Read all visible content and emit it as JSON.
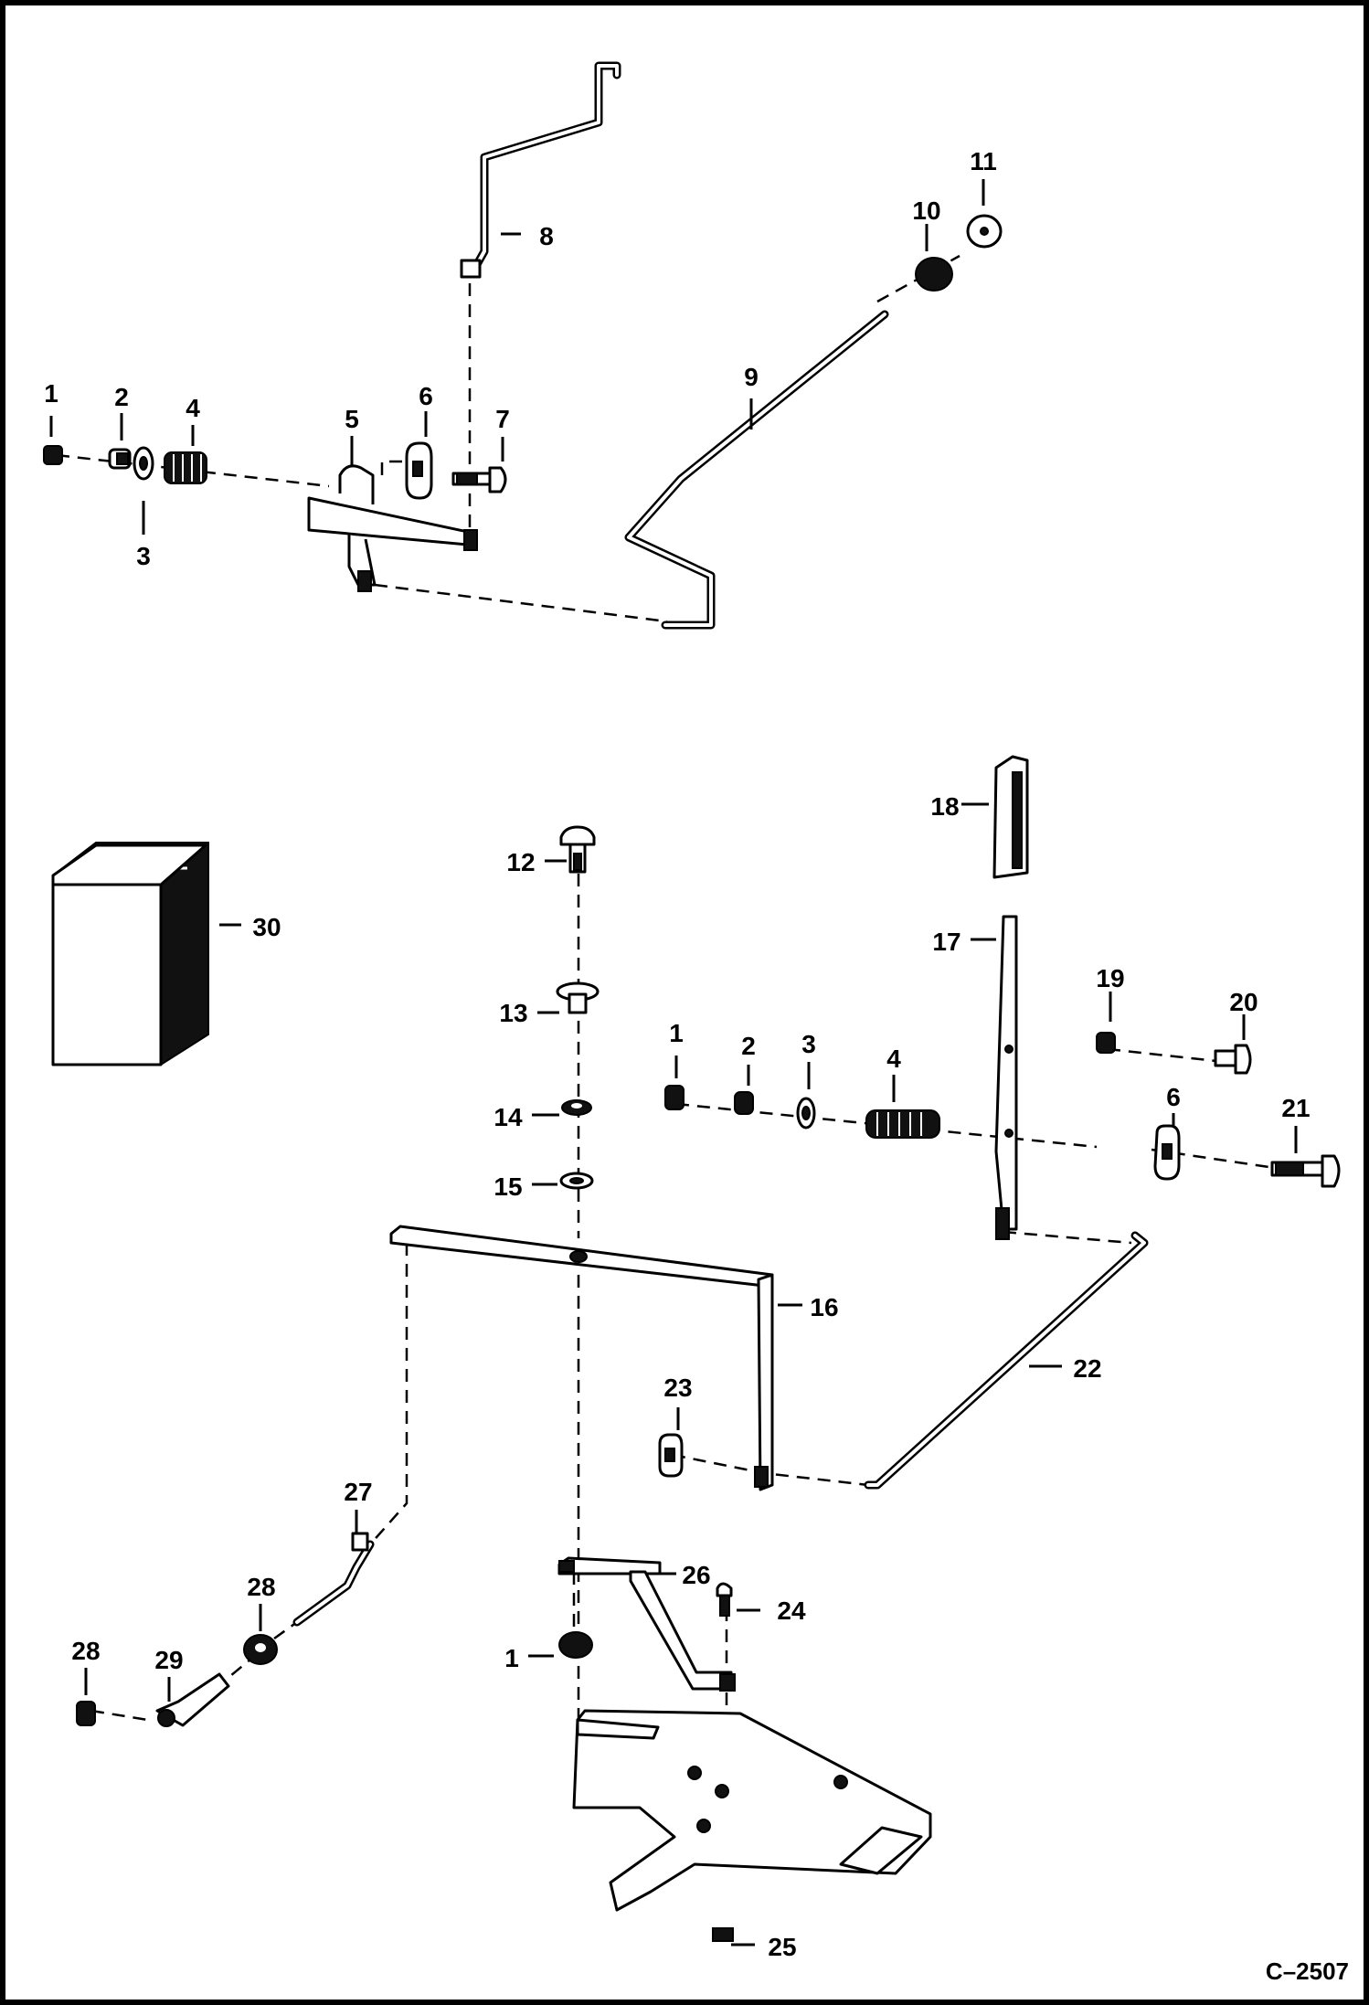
{
  "drawing_number": "C–2507",
  "callouts": [
    {
      "id": "c-1a",
      "text": "1"
    },
    {
      "id": "c-2a",
      "text": "2"
    },
    {
      "id": "c-3a",
      "text": "3"
    },
    {
      "id": "c-4a",
      "text": "4"
    },
    {
      "id": "c-5",
      "text": "5"
    },
    {
      "id": "c-6a",
      "text": "6"
    },
    {
      "id": "c-7",
      "text": "7"
    },
    {
      "id": "c-8",
      "text": "8"
    },
    {
      "id": "c-9",
      "text": "9"
    },
    {
      "id": "c-10",
      "text": "10"
    },
    {
      "id": "c-11",
      "text": "11"
    },
    {
      "id": "c-12",
      "text": "12"
    },
    {
      "id": "c-13",
      "text": "13"
    },
    {
      "id": "c-14",
      "text": "14"
    },
    {
      "id": "c-15",
      "text": "15"
    },
    {
      "id": "c-16",
      "text": "16"
    },
    {
      "id": "c-17",
      "text": "17"
    },
    {
      "id": "c-18",
      "text": "18"
    },
    {
      "id": "c-19",
      "text": "19"
    },
    {
      "id": "c-20",
      "text": "20"
    },
    {
      "id": "c-1b",
      "text": "1"
    },
    {
      "id": "c-2b",
      "text": "2"
    },
    {
      "id": "c-3b",
      "text": "3"
    },
    {
      "id": "c-4b",
      "text": "4"
    },
    {
      "id": "c-6b",
      "text": "6"
    },
    {
      "id": "c-21",
      "text": "21"
    },
    {
      "id": "c-22",
      "text": "22"
    },
    {
      "id": "c-23",
      "text": "23"
    },
    {
      "id": "c-24",
      "text": "24"
    },
    {
      "id": "c-25",
      "text": "25"
    },
    {
      "id": "c-26",
      "text": "26"
    },
    {
      "id": "c-27",
      "text": "27"
    },
    {
      "id": "c-28a",
      "text": "28"
    },
    {
      "id": "c-28b",
      "text": "28"
    },
    {
      "id": "c-29",
      "text": "29"
    },
    {
      "id": "c-30",
      "text": "30"
    },
    {
      "id": "c-1c",
      "text": "1"
    }
  ]
}
